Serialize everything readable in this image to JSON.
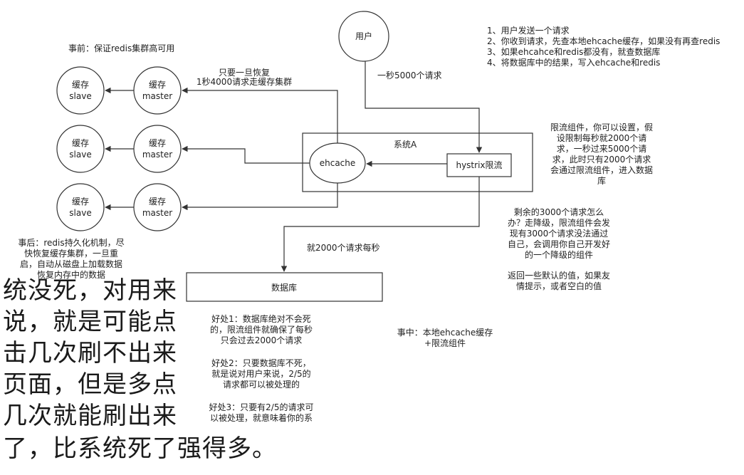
{
  "nodes": {
    "user": "用户",
    "cache_master_line1": "缓存",
    "cache_master_line2": "master",
    "cache_slave_line1": "缓存",
    "cache_slave_line2": "slave",
    "ehcache": "ehcache",
    "hystrix": "hystrix限流",
    "system_a": "系统A",
    "database": "数据库"
  },
  "labels": {
    "before_title": "事前：保证redis集群高可用",
    "recover_1": "只要一旦恢复",
    "recover_2": "1秒4000请求走缓存集群",
    "rps_5000": "一秒5000个请求",
    "rps_2000": "就2000个请求每秒",
    "steps": [
      "1、用户发送一个请求",
      "2、你收到请求，先查本地ehcache缓存，如果没有再查redis",
      "3、如果ehcahce和redis都没有，就查数据库",
      "4、将数据库中的结果，写入ehcache和redis"
    ],
    "limiter_note": [
      "限流组件，你可以设置，假",
      "设限制每秒就2000个请",
      "求，一秒过来5000个请",
      "求，此时只有2000个请求",
      "会通过限流组件，进入数据",
      "库"
    ],
    "degrade_note": [
      "剩余的3000个请求怎么",
      "办？走降级，限流组件会发",
      "现有3000个请求没法通过",
      "自己，会调用你自己开发好",
      "的一个降级的组件"
    ],
    "default_note": [
      "返回一些默认的值，如果友",
      "情提示，或者空白的值"
    ],
    "after_note": [
      "事后：redis持久化机制，尽",
      "快恢复缓存集群，一旦重",
      "启，自动从磁盘上加载数据",
      "恢复内存中的数据"
    ],
    "during_note": [
      "事中：本地ehcache缓存",
      "+限流组件"
    ],
    "benefit_1": [
      "好处1：数据库绝对不会死",
      "的，限流组件就确保了每秒",
      "只会过去2000个请求"
    ],
    "benefit_2": [
      "好处2：只要数据库不死，",
      "就是说对用户来说，2/5的",
      "请求都可以被处理的"
    ],
    "benefit_3": [
      "好处3：只要有2/5的请求可",
      "以被处理，就意味着你的系"
    ]
  },
  "overlay_caption": [
    "统没死，对用来",
    "说，就是可能点",
    "击几次刷不出来",
    "页面，但是多点",
    "几次就能刷出来",
    "了，比系统死了强得多。"
  ],
  "colors": {
    "stroke": "#333333",
    "text": "#222222",
    "background": "#ffffff"
  }
}
